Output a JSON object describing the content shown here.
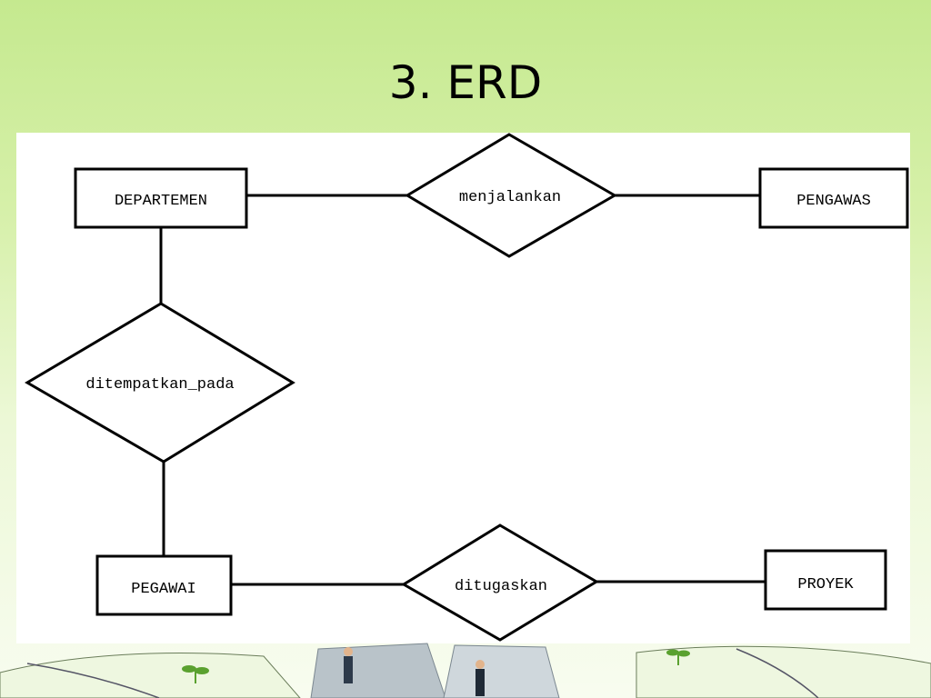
{
  "slide": {
    "title": "3. ERD"
  },
  "erd": {
    "entities": {
      "departemen": "DEPARTEMEN",
      "pengawas": "PENGAWAS",
      "pegawai": "PEGAWAI",
      "proyek": "PROYEK"
    },
    "relationships": {
      "menjalankan": "menjalankan",
      "ditempatkan_pada": "ditempatkan_pada",
      "ditugaskan": "ditugaskan"
    }
  },
  "colors": {
    "background_top": "#c5e98f",
    "background_bottom": "#f8fcf0",
    "line": "#000000"
  }
}
